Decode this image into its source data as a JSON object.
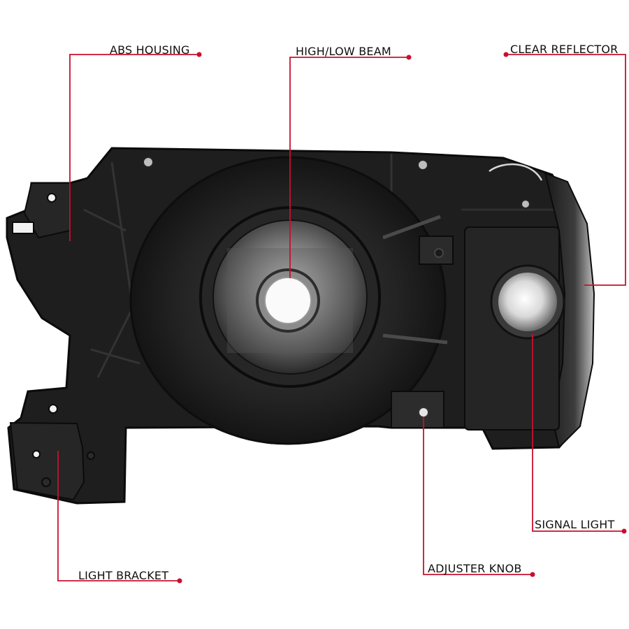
{
  "diagram": {
    "callouts": [
      {
        "id": "abs-housing",
        "label": "ABS HOUSING"
      },
      {
        "id": "high-low-beam",
        "label": "HIGH/LOW BEAM"
      },
      {
        "id": "clear-reflector",
        "label": "CLEAR REFLECTOR"
      },
      {
        "id": "signal-light",
        "label": "SIGNAL LIGHT"
      },
      {
        "id": "adjuster-knob",
        "label": "ADJUSTER KNOB"
      },
      {
        "id": "light-bracket",
        "label": "LIGHT BRACKET"
      }
    ],
    "colors": {
      "leader_line": "#c8102e",
      "housing": "#1d1d1d",
      "housing_edge": "#0c0c0c",
      "label_text": "#111111"
    }
  }
}
